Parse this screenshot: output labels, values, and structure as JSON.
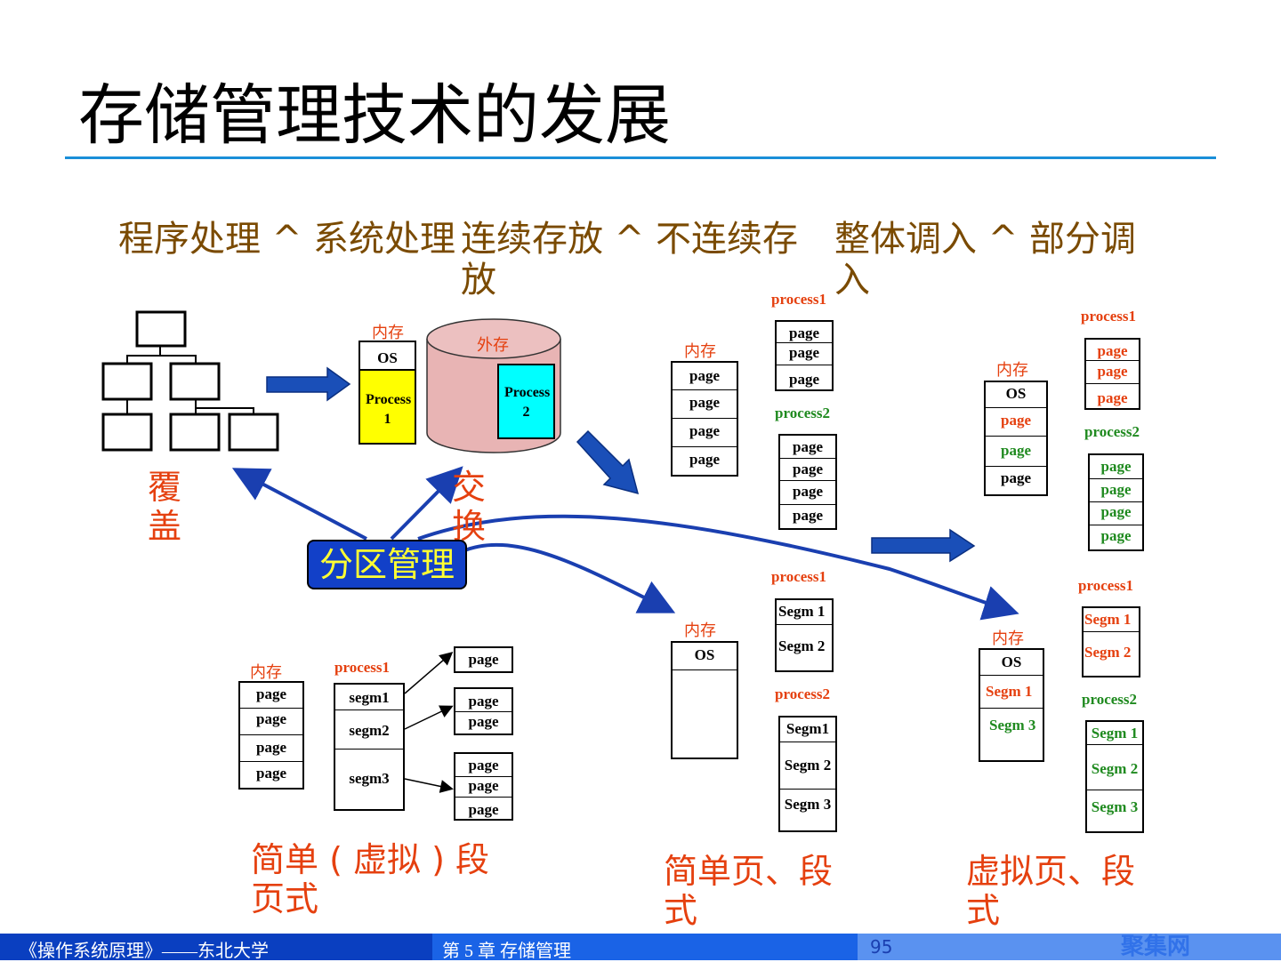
{
  "slide": {
    "title": "存储管理技术的发展"
  },
  "topics": {
    "t1": "程序处理 ^ 系统处理",
    "t2": "连续存放 ^ 不连续存放",
    "t3": "整体调入 ^ 部分调入"
  },
  "overlay": {
    "label": "覆盖"
  },
  "swap": {
    "label": "交换",
    "memory_label": "内存",
    "os": "OS",
    "process1": "Process 1",
    "disk_label": "外存",
    "process2": "Process 2"
  },
  "partition": {
    "label": "分区管理"
  },
  "simple_paging": {
    "memory_label": "内存",
    "memory_pages": [
      "page",
      "page",
      "page",
      "page"
    ],
    "process1_label": "process1",
    "process1_pages": [
      "page",
      "page",
      "page"
    ],
    "process2_label": "process2",
    "process2_pages": [
      "page",
      "page",
      "page",
      "page"
    ]
  },
  "virtual_paging": {
    "memory_label": "内存",
    "memory_cells": [
      "OS",
      "page",
      "page",
      "page"
    ],
    "process1_label": "process1",
    "process1_pages": [
      "page",
      "page",
      "page"
    ],
    "process2_label": "process2",
    "process2_pages": [
      "page",
      "page",
      "page",
      "page"
    ]
  },
  "segment_page": {
    "memory_label": "内存",
    "memory_pages": [
      "page",
      "page",
      "page",
      "page"
    ],
    "process1_label": "process1",
    "segments": [
      "segm1",
      "segm2",
      "segm3"
    ],
    "page_group1": [
      "page"
    ],
    "page_group2": [
      "page",
      "page"
    ],
    "page_group3": [
      "page",
      "page",
      "page"
    ],
    "caption": "简单 ( 虚拟 ) 段页式"
  },
  "simple_segment": {
    "memory_label": "内存",
    "memory_os": "OS",
    "process1_label": "process1",
    "process1_segs": [
      "Segm 1",
      "Segm 2"
    ],
    "process2_label": "process2",
    "process2_segs": [
      "Segm1",
      "Segm 2",
      "Segm 3"
    ],
    "caption": "简单页、段式"
  },
  "virtual_segment": {
    "memory_label": "内存",
    "memory_cells": [
      "OS",
      "Segm 1",
      "Segm 3"
    ],
    "process1_label": "process1",
    "process1_segs": [
      "Segm 1",
      "Segm 2"
    ],
    "process2_label": "process2",
    "process2_segs": [
      "Segm 1",
      "Segm 2",
      "Segm 3"
    ],
    "caption": "虚拟页、段式"
  },
  "footer": {
    "course": "《操作系统原理》——东北大学",
    "chapter": "第 5 章  存储管理",
    "page_number": "95",
    "watermark": "聚集网"
  },
  "colors": {
    "rule": "#1a8fd8",
    "topic_text": "#7a4a00",
    "label_red": "#e5400f",
    "label_green": "#1f8a1f",
    "arrow_blue": "#1a3fb0",
    "partition_fill": "#1240c8",
    "partition_text": "#ffff33",
    "process1_fill": "#ffff00",
    "process2_fill": "#00ffff",
    "disk_fill": "#e8b4b4"
  }
}
